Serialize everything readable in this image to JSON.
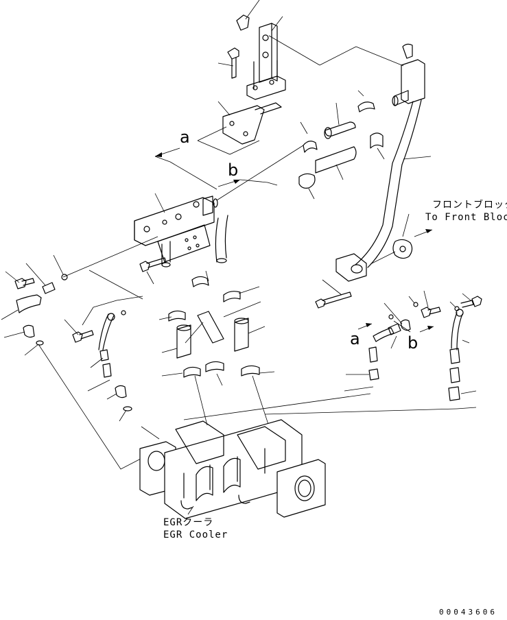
{
  "labels": {
    "front_block_jp": "フロントブロック",
    "front_block_en": "To Front Block",
    "egr_cooler_jp": "EGRクーラ",
    "egr_cooler_en": "EGR Cooler",
    "ref_a_top": "a",
    "ref_b_top": "b",
    "ref_a_right": "a",
    "ref_b_right": "b",
    "drawing_number": "00043606"
  }
}
